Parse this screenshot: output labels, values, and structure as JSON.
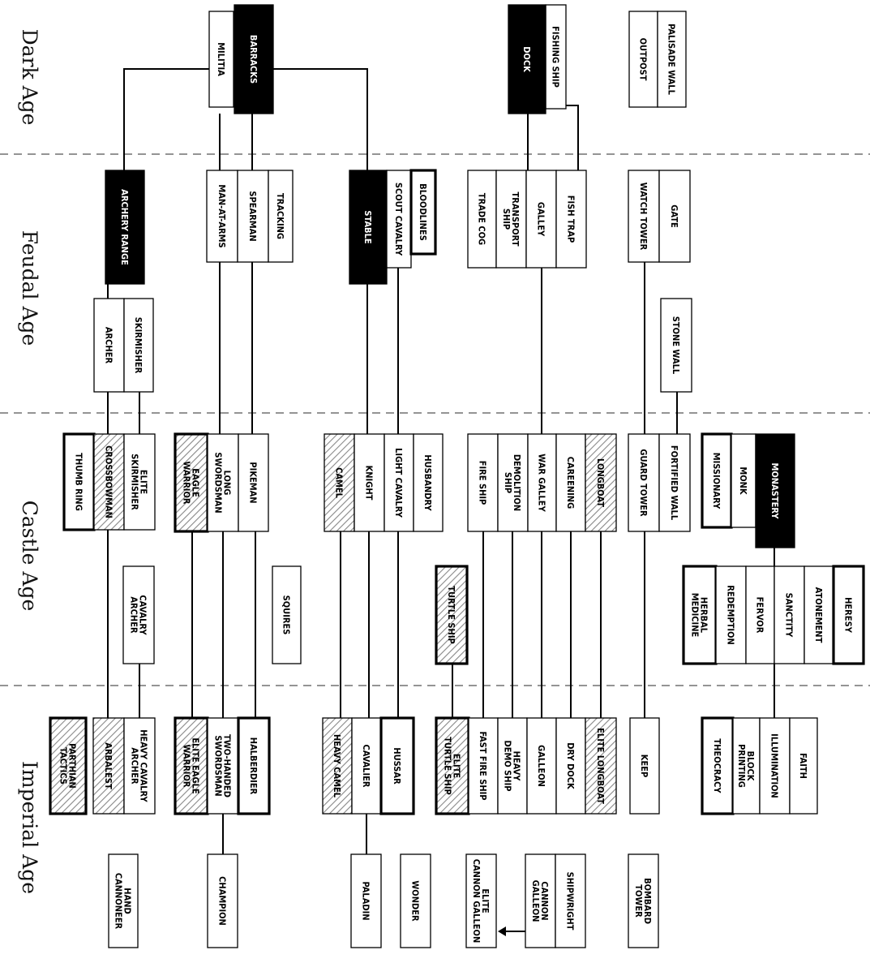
{
  "ages": [
    "Dark Age",
    "Feudal Age",
    "Castle Age",
    "Imperial Age"
  ],
  "nodes": {
    "barracks": "BARRACKS",
    "militia": "MILITIA",
    "dock": "DOCK",
    "fishing_ship": "FISHING SHIP",
    "palisade_wall": "PALISADE WALL",
    "outpost": "OUTPOST",
    "archery_range": "ARCHERY RANGE",
    "man_at_arms": "MAN-AT-ARMS",
    "spearman": "SPEARMAN",
    "tracking": "TRACKING",
    "stable": "STABLE",
    "scout_cavalry": "SCOUT CAVALRY",
    "bloodlines": "BLOODLINES",
    "trade_cog": "TRADE COG",
    "transport_ship": "TRANSPORT SHIP",
    "galley": "GALLEY",
    "fish_trap": "FISH TRAP",
    "watch_tower": "WATCH TOWER",
    "gate": "GATE",
    "archer": "ARCHER",
    "skirmisher": "SKIRMISHER",
    "stone_wall": "STONE WALL",
    "thumb_ring": "THUMB RING",
    "crossbowman": "CROSSBOWMAN",
    "elite_skirmisher": "ELITE SKIRMISHER",
    "eagle_warrior": "EAGLE WARRIOR",
    "long_swordsman": "LONG SWORDSMAN",
    "pikeman": "PIKEMAN",
    "camel": "CAMEL",
    "knight": "KNIGHT",
    "light_cavalry": "LIGHT CAVALRY",
    "husbandry": "HUSBANDRY",
    "fire_ship": "FIRE SHIP",
    "demolition_ship": "DEMOLITION SHIP",
    "war_galley": "WAR GALLEY",
    "careening": "CAREENING",
    "longboat": "LONGBOAT",
    "guard_tower": "GUARD TOWER",
    "fortified_wall": "FORTIFIED WALL",
    "missionary": "MISSIONARY",
    "monk": "MONK",
    "monastery": "MONASTERY",
    "cavalry_archer": "CAVALRY ARCHER",
    "squires": "SQUIRES",
    "turtle_ship": "TURTLE SHIP",
    "herbal_medicine": "HERBAL MEDICINE",
    "redemption": "REDEMPTION",
    "fervor": "FERVOR",
    "sanctity": "SANCTITY",
    "atonement": "ATONEMENT",
    "heresy": "HERESY",
    "parthian_tactics": "PARTHIAN TACTICS",
    "arbalest": "ARBALEST",
    "heavy_cavalry_archer": "HEAVY CAVALRY ARCHER",
    "elite_eagle_warrior": "ELITE EAGLE WARRIOR",
    "two_handed_swordsman": "TWO-HANDED SWORDSMAN",
    "halberdier": "HALBERDIER",
    "heavy_camel": "HEAVY CAMEL",
    "cavalier": "CAVALIER",
    "hussar": "HUSSAR",
    "elite_turtle_ship": "ELITE TURTLE SHIP",
    "fast_fire_ship": "FAST FIRE SHIP",
    "heavy_demo_ship": "HEAVY DEMO SHIP",
    "galleon": "GALLEON",
    "dry_dock": "DRY DOCK",
    "elite_longboat": "ELITE LONGBOAT",
    "keep": "KEEP",
    "theocracy": "THEOCRACY",
    "block_printing": "BLOCK PRINTING",
    "illumination": "ILLUMINATION",
    "faith": "FAITH",
    "hand_cannoneer": "HAND CANNONEER",
    "champion": "CHAMPION",
    "paladin": "PALADIN",
    "wonder": "WONDER",
    "elite_cannon_galleon": "ELITE CANNON GALLEON",
    "cannon_galleon": "CANNON GALLEON",
    "shipwright": "SHIPWRIGHT",
    "bombard_tower": "BOMBARD TOWER"
  }
}
